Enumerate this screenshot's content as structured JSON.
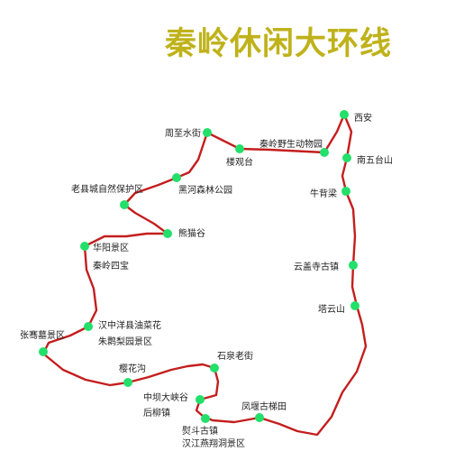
{
  "map": {
    "title": "秦岭休闲大环线",
    "colors": {
      "title": "#bfb21a",
      "route": "#c41e1e",
      "stop": "#22e06a"
    },
    "stops": [
      {
        "id": "xian",
        "label": "西安"
      },
      {
        "id": "nanwutaishan",
        "label": "南五台山"
      },
      {
        "id": "niubeiliang",
        "label": "牛背梁"
      },
      {
        "id": "yungaisi",
        "label": "云盖寺古镇"
      },
      {
        "id": "tayunshan",
        "label": "塔云山"
      },
      {
        "id": "fengtang",
        "label": "凤堰古梯田"
      },
      {
        "id": "shiquan",
        "label": "石泉老街"
      },
      {
        "id": "zhongba",
        "label": "中坝大峡谷"
      },
      {
        "id": "houliu",
        "label": "后柳镇"
      },
      {
        "id": "xudou",
        "label": "熨斗古镇"
      },
      {
        "id": "hanjiang",
        "label": "汉江燕翔洞景区"
      },
      {
        "id": "yinghuagou",
        "label": "樱花沟"
      },
      {
        "id": "zhangqian",
        "label": "张骞墓景区"
      },
      {
        "id": "hanzhong",
        "label": "汉中洋县油菜花"
      },
      {
        "id": "zhuhuan",
        "label": "朱鹮梨园景区"
      },
      {
        "id": "huayang",
        "label": "华阳景区"
      },
      {
        "id": "qinlingsibao",
        "label": "秦岭四宝"
      },
      {
        "id": "xiongmaogu",
        "label": "熊猫谷"
      },
      {
        "id": "laoxiancheng",
        "label": "老县城自然保护区"
      },
      {
        "id": "heihe",
        "label": "黑河森林公园"
      },
      {
        "id": "zhouzhi",
        "label": "周至水街"
      },
      {
        "id": "louguantai",
        "label": "楼观台"
      },
      {
        "id": "yeshengdongwu",
        "label": "秦岭野生动物园"
      }
    ]
  }
}
